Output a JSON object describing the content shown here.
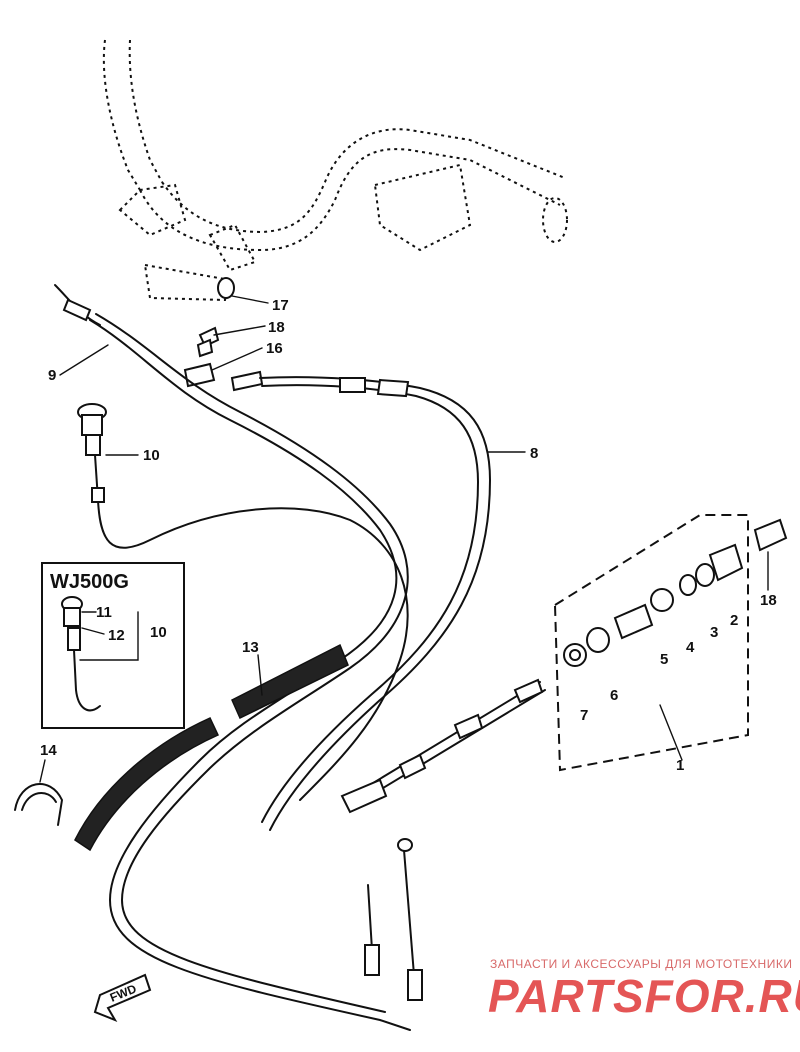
{
  "labels": {
    "l1": "1",
    "l2": "2",
    "l3": "3",
    "l4": "4",
    "l5": "5",
    "l6": "6",
    "l7": "7",
    "l8": "8",
    "l9": "9",
    "l10": "10",
    "l13": "13",
    "l14": "14",
    "l16": "16",
    "l17": "17",
    "l18a": "18",
    "l18b": "18"
  },
  "inset": {
    "title": "WJ500G",
    "l11": "11",
    "l12": "12",
    "l10": "10"
  },
  "direction_arrow": "FWD",
  "watermark": {
    "tagline": "ЗАПЧАСТИ И АКСЕССУАРЫ ДЛЯ МОТОТЕХНИКИ",
    "brand": "PARTSFOR.RU"
  }
}
